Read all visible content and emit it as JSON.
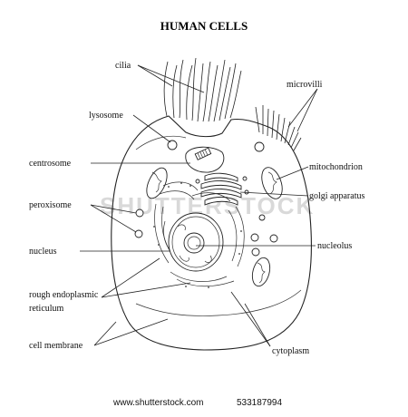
{
  "title": "HUMAN CELLS",
  "footer": {
    "site": "www.shutterstock.com",
    "id": "533187994"
  },
  "watermark": "SHUTTERSTOCK",
  "labels": {
    "cilia": "cilia",
    "microvilli": "microvilli",
    "lysosome": "lysosome",
    "centrosome": "centrosome",
    "mitochondrion": "mitochondrion",
    "golgi": "golgi apparatus",
    "peroxisome": "peroxisome",
    "nucleus": "nucleus",
    "nucleolus": "nucleolus",
    "rer_line1": "rough endoplasmic",
    "rer_line2": "reticulum",
    "cell_membrane": "cell membrane",
    "cytoplasm": "cytoplasm"
  }
}
